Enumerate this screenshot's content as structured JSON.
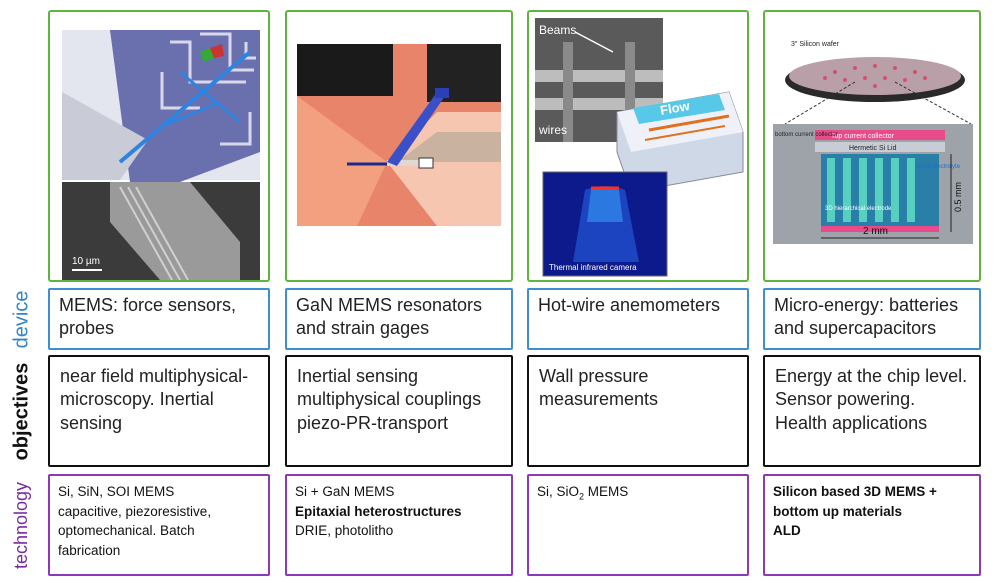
{
  "row_labels": {
    "device": "device",
    "objectives": "objectives",
    "technology": "technology"
  },
  "columns": [
    {
      "image": {
        "scale_label": "10 µm"
      },
      "device": "MEMS: force sensors, probes",
      "objectives": "near field multiphysical-microscopy. Inertial sensing",
      "technology": [
        "Si, SiN, SOI MEMS",
        "capacitive, piezoresistive,",
        "optomechanical. Batch",
        "fabrication"
      ]
    },
    {
      "image": {},
      "device": "GaN MEMS resonators and strain gages",
      "objectives": "Inertial sensing multiphysical couplings piezo-PR-transport",
      "technology": [
        "Si + GaN MEMS",
        "Epitaxial heterostructures",
        "DRIE, photolitho"
      ]
    },
    {
      "image": {
        "beams_label": "Beams",
        "wires_label": "wires",
        "flow_label": "Flow",
        "thermal_caption": "Thermal infrared camera"
      },
      "device": "Hot-wire anemometers",
      "objectives": "Wall pressure measurements",
      "technology": {
        "prefix": "Si, SiO",
        "sub": "2",
        "suffix": " MEMS"
      }
    },
    {
      "image": {
        "wafer_label": "3\" Silicon wafer",
        "top_collector": "Top current collector",
        "hermetic_lid": "Hermetic Si Lid",
        "bottom_collector": "bottom current collector",
        "liquid_electrolyte": "Liquid electrolyte",
        "hierarchical": "3D hierarchical electrode",
        "dim_width": "2 mm",
        "dim_height": "0.5 mm"
      },
      "device": "Micro-energy: batteries and supercapacitors",
      "objectives": "Energy at the chip level. Sensor powering. Health applications",
      "technology": [
        "Silicon based 3D MEMS +",
        "bottom up materials",
        "ALD"
      ]
    }
  ],
  "colors": {
    "image_border": "#5db53c",
    "device_border": "#3f8ed4",
    "objectives_border": "#111111",
    "technology_border": "#8a3ab9"
  }
}
